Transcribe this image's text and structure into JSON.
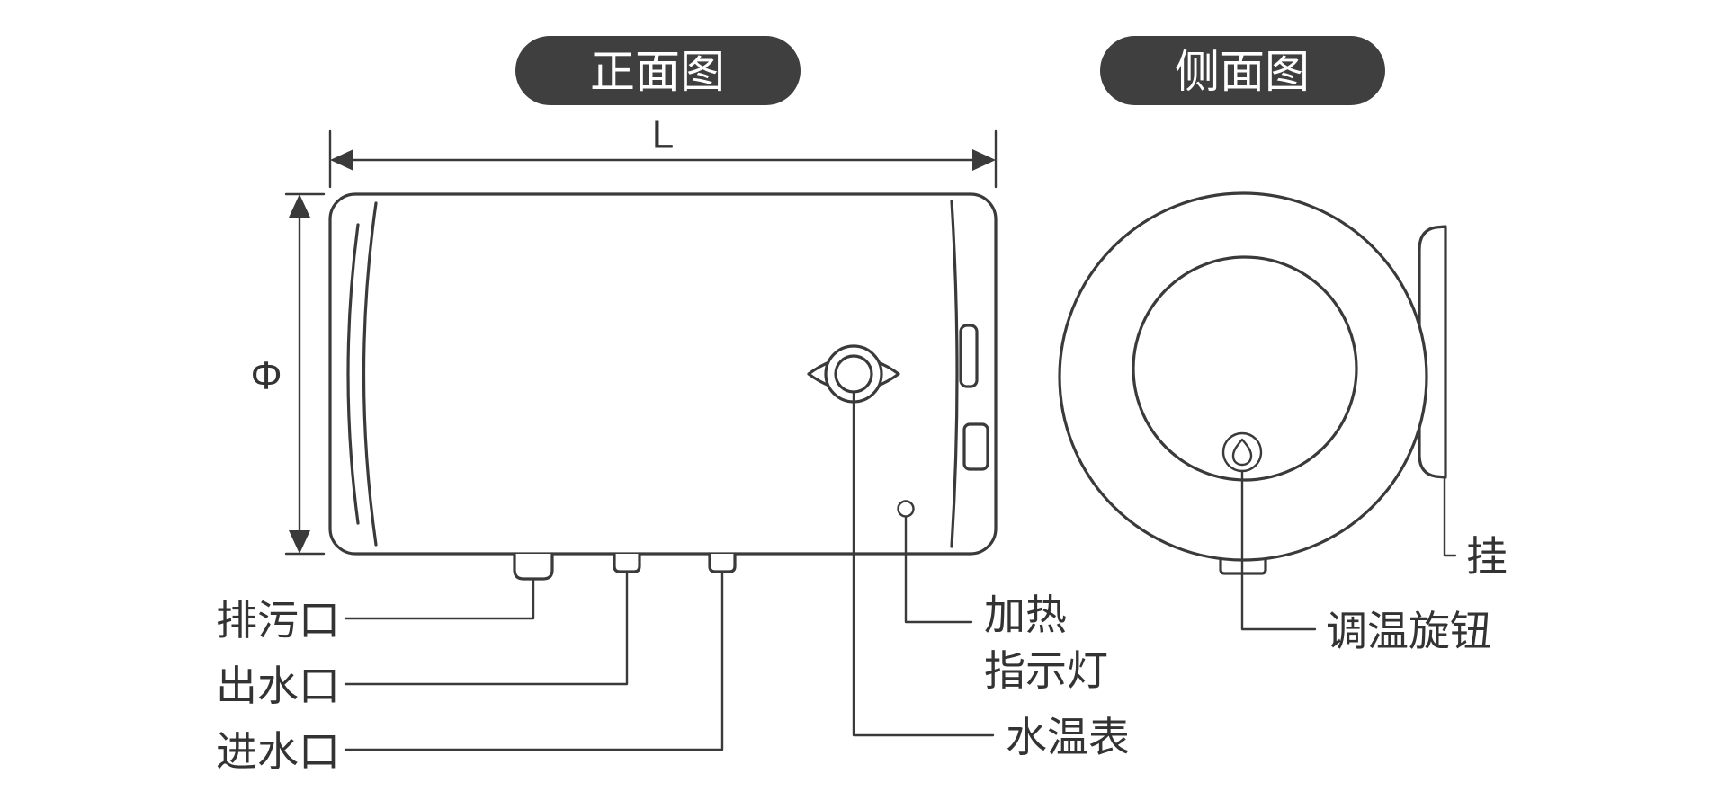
{
  "diagram": {
    "badges": {
      "front": "正面图",
      "side": "侧面图"
    },
    "dimensions": {
      "length": "L",
      "diameter": "Φ"
    },
    "front_labels": {
      "drain": "排污口",
      "outlet": "出水口",
      "inlet": "进水口",
      "heating_line1": "加热",
      "heating_line2": "指示灯",
      "water_temp": "水温表"
    },
    "side_labels": {
      "hook": "挂",
      "knob": "调温旋钮"
    },
    "colors": {
      "line": "#3a3a3a",
      "text": "#333333",
      "badge_bg": "#3f3f3f",
      "badge_text": "#ffffff",
      "background": "#ffffff"
    }
  }
}
